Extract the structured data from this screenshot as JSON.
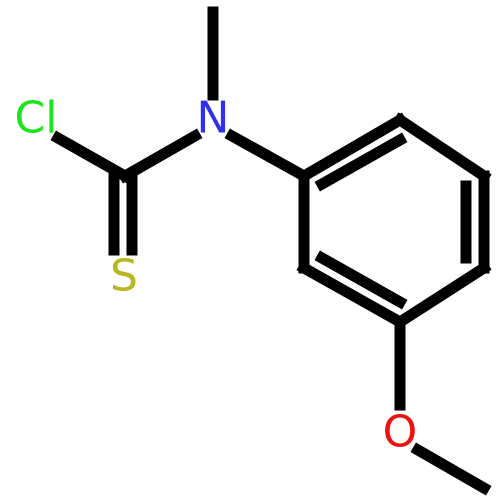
{
  "molecule": {
    "atoms": {
      "cl": {
        "symbol": "Cl",
        "color": "#1FE31F"
      },
      "n": {
        "symbol": "N",
        "color": "#2F2FF0"
      },
      "s": {
        "symbol": "S",
        "color": "#B7B71F"
      },
      "o": {
        "symbol": "O",
        "color": "#F01010"
      }
    },
    "bond_color": "#000000"
  }
}
